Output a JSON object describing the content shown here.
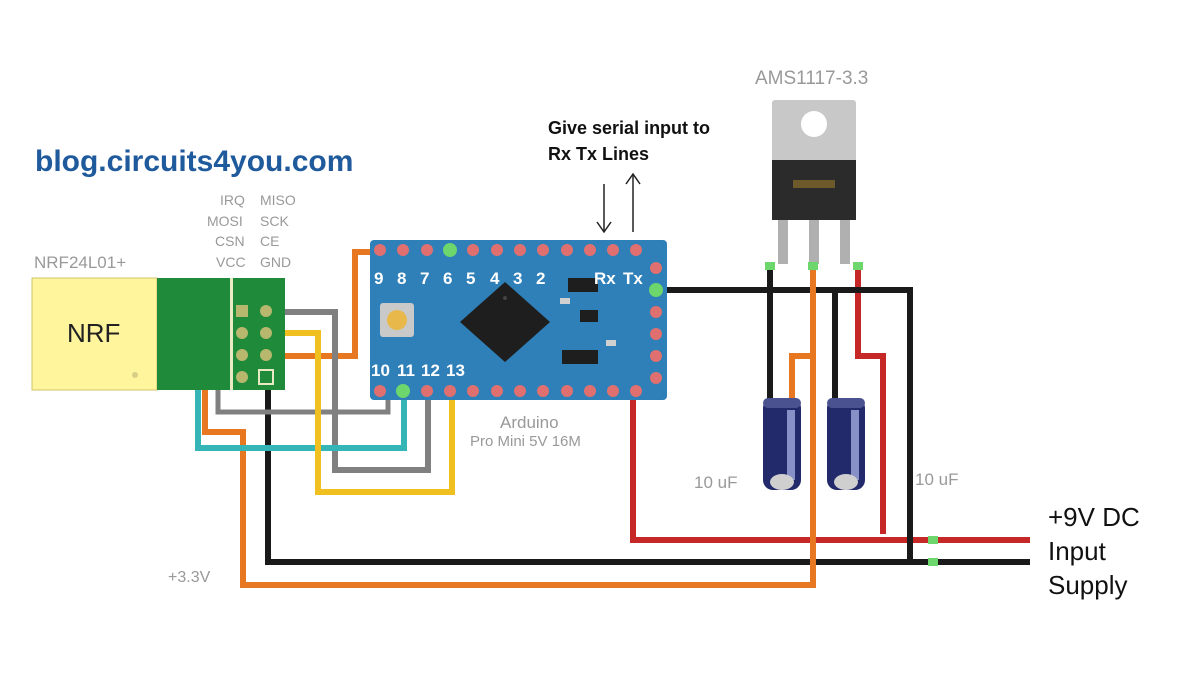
{
  "website": "blog.circuits4you.com",
  "nrf": {
    "title": "NRF24L01+",
    "body_label": "NRF",
    "pins": {
      "irq": "IRQ",
      "miso": "MISO",
      "mosi": "MOSI",
      "sck": "SCK",
      "csn": "CSN",
      "ce": "CE",
      "vcc": "VCC",
      "gnd": "GND"
    }
  },
  "arduino": {
    "name": "Arduino",
    "model": "Pro Mini 5V 16M",
    "top_pins": [
      "9",
      "8",
      "7",
      "6",
      "5",
      "4",
      "3",
      "2"
    ],
    "rx": "Rx",
    "tx": "Tx",
    "bottom_pins": [
      "10",
      "11",
      "12",
      "13"
    ]
  },
  "regulator": {
    "name": "AMS1117-3.3"
  },
  "serial_note": {
    "line1": "Give serial input to",
    "line2": "Rx Tx Lines"
  },
  "capacitors": {
    "left": "10 uF",
    "right": "10 uF"
  },
  "rail_label": "+3.3V",
  "supply": {
    "line1": "+9V DC",
    "line2": "Input",
    "line3": "Supply"
  },
  "colors": {
    "board": "#2f7fb8",
    "nrf_pcb": "#1f8a3a",
    "nrf_module": "#fff59d",
    "wire_red": "#c62828",
    "wire_black": "#1a1a1a",
    "wire_orange": "#e87722",
    "wire_gray": "#808080",
    "wire_teal": "#35b5b5",
    "wire_yellow": "#f0c020",
    "capacitor": "#232a6b",
    "regulator": "#2b2b2b"
  }
}
